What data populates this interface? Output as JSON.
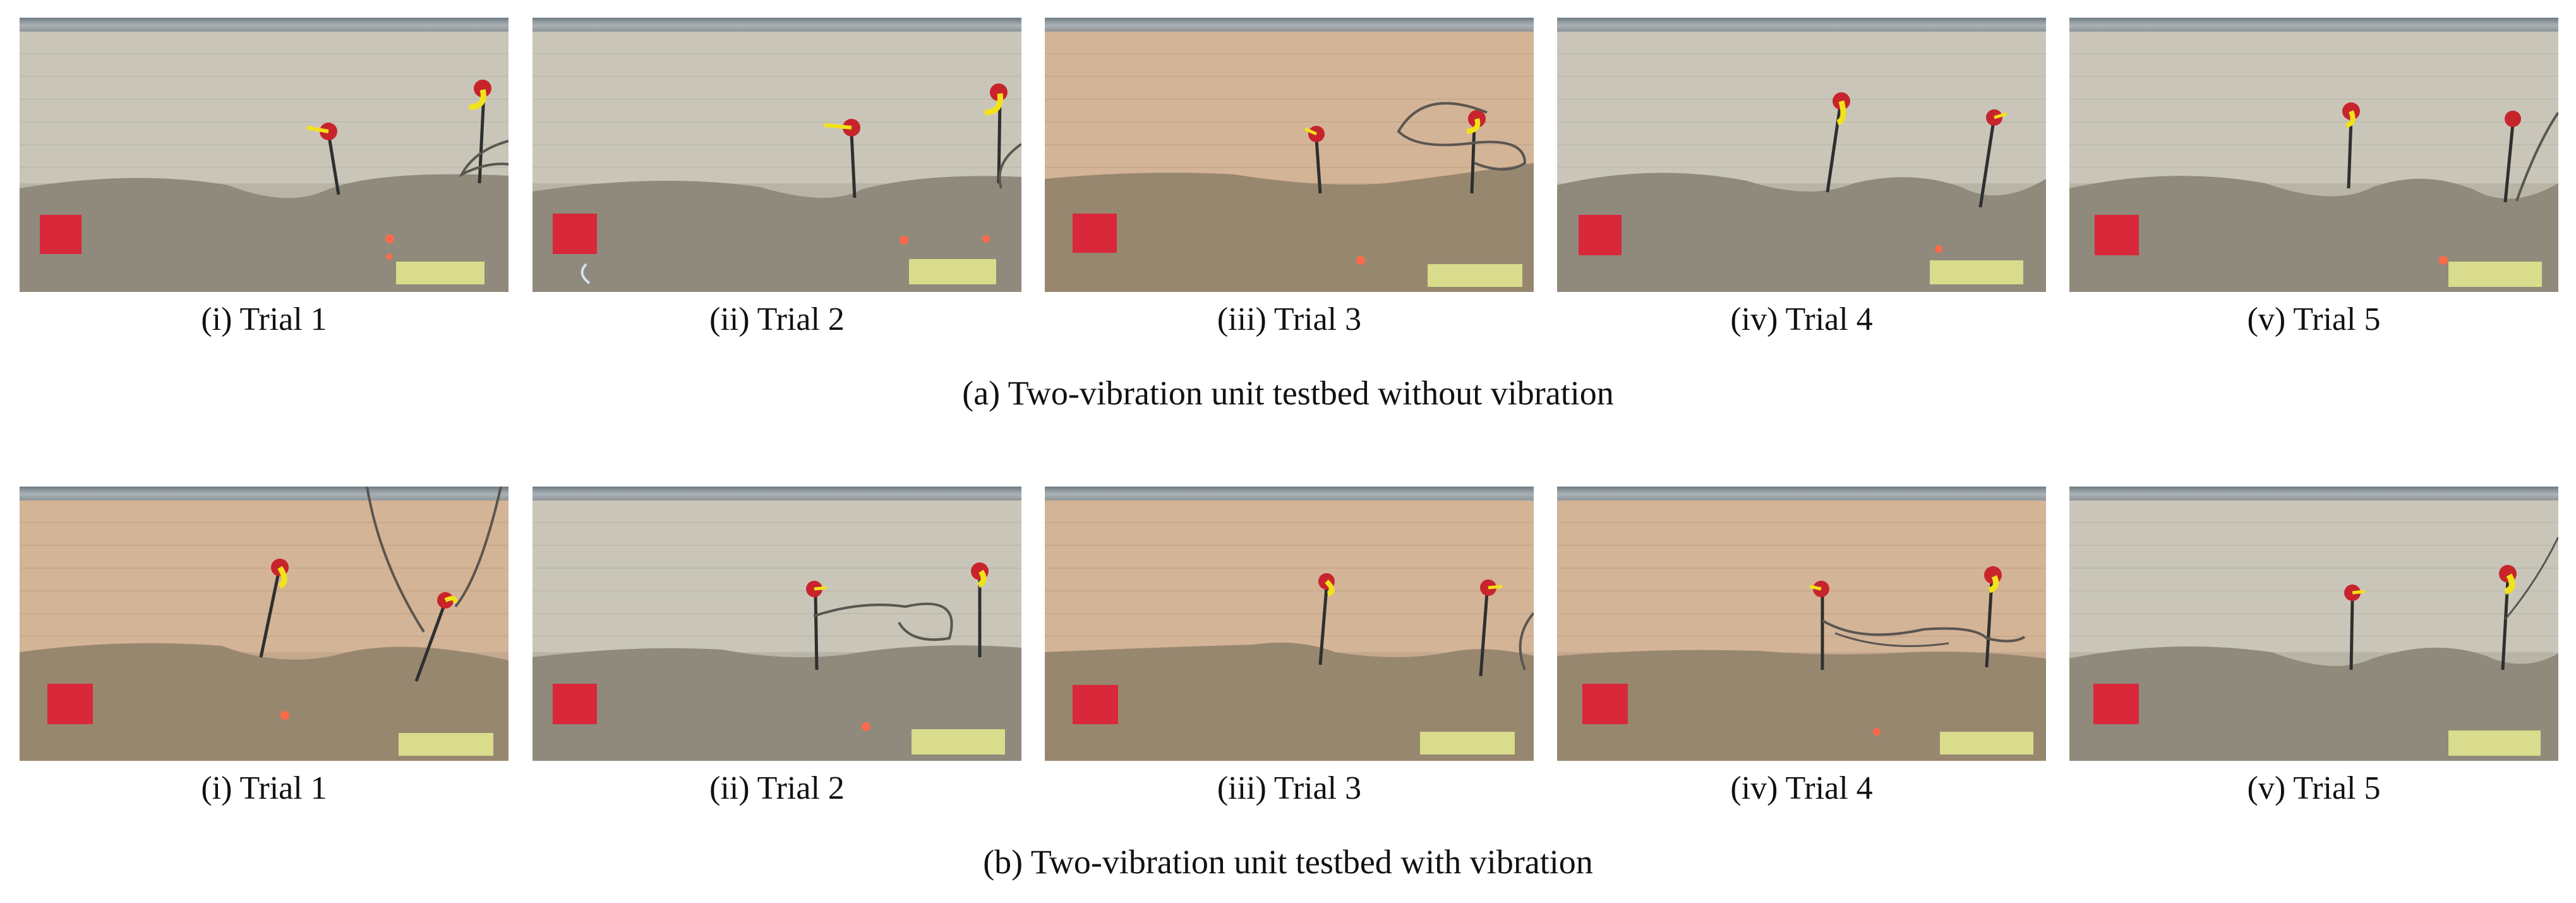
{
  "figure": {
    "rows": [
      {
        "caption": "(a) Two-vibration unit testbed without vibration",
        "panels": [
          {
            "label": "(i) Trial 1"
          },
          {
            "label": "(ii) Trial 2"
          },
          {
            "label": "(iii) Trial 3"
          },
          {
            "label": "(iv) Trial 4"
          },
          {
            "label": "(v) Trial 5"
          }
        ]
      },
      {
        "caption": "(b) Two-vibration unit testbed with vibration",
        "panels": [
          {
            "label": "(i) Trial 1"
          },
          {
            "label": "(ii) Trial 2"
          },
          {
            "label": "(iii) Trial 3"
          },
          {
            "label": "(iv) Trial 4"
          },
          {
            "label": "(v) Trial 5"
          }
        ]
      }
    ],
    "colors": {
      "sand": "#8f8a7c",
      "target_grid": "#d8283a",
      "probe_head": "#c8242c",
      "probe_tip": "#f2e21a",
      "tape": "#d9dc8c",
      "laser": "#ff6a4a"
    }
  }
}
